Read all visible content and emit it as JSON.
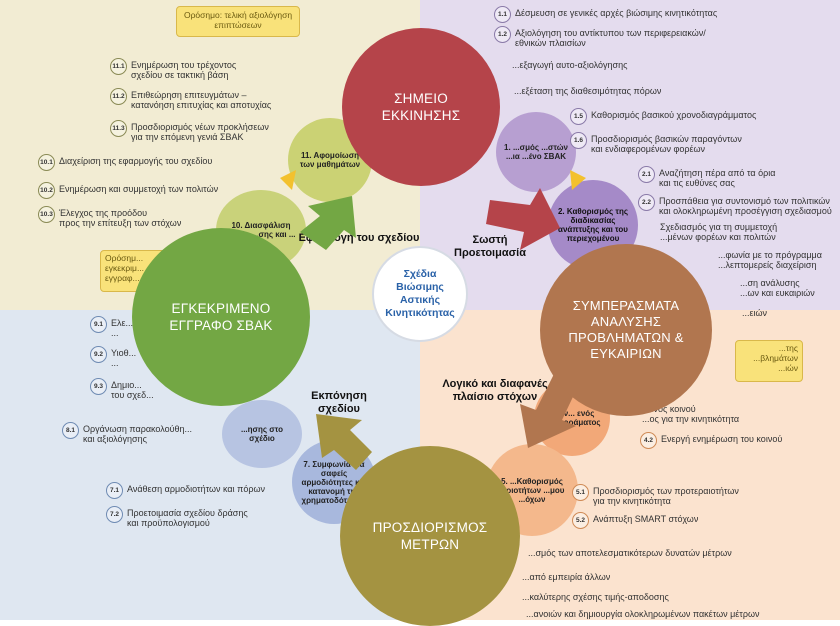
{
  "center_title": "Σχέδια Βιώσιμης Αστικής Κινητικότητας",
  "big_circles": {
    "start": "ΣΗΜΕΙΟ ΕΚΚΙΝΗΣΗΣ",
    "conclusions": "ΣΥΜΠΕΡΑΣΜΑΤΑ ΑΝΑΛΥΣΗΣ ΠΡΟΒΛΗΜΑΤΩΝ & ΕΥΚΑΙΡΙΩΝ",
    "measures": "ΠΡΟΣΔΙΟΡΙΣΜΟΣ ΜΕΤΡΩΝ",
    "approved": "ΕΓΚΕΚΡΙΜΕΝΟ ΕΓΓΡΑΦΟ ΣΒΑΚ"
  },
  "big_colors": {
    "start": "#b5444a",
    "conclusions": "#b1764f",
    "measures": "#a49341",
    "approved": "#73a744"
  },
  "phases": {
    "top_right": "Σωστή Προετοιμασία",
    "bottom_right": "Λογικό και διαφανές πλαίσιο στόχων",
    "bottom_left": "Εκπόνηση σχεδίου",
    "top_left": "Εφαρμογή του σχεδίου"
  },
  "milestones": {
    "top_left": "Ορόσημο: τελική αξιολόγηση επιπτώσεων",
    "left": "Ορόσημ... εγκεκριμ... εγγραφ...",
    "right": "...της ...βλημάτων ...ιών"
  },
  "small_circles": {
    "s1": "1. ...σμός ...στών ...ια ...ένο ΣΒΑΚ",
    "s2": "2. Καθορισμός της διαδικασίας ανάπτυξης και του περιεχομένου",
    "s3": "4. Αν... ενός κοι... οράματος",
    "s4": "5. ...Καθορισμός ...ριοτήτων ...μου ...όχων",
    "s5": "7. Συμφωνία για σαφείς αρμοδιότητες και κατανομή της χρηματοδότησης",
    "s6": "...ησης στο σχέδιο",
    "s7": "10. Διασφάλιση ορθής ...σης και ...",
    "s8": "11. Αφομοίωση των μαθημάτων"
  },
  "items": {
    "i1_1": {
      "num": "1.1",
      "text": "Δέσμευση σε γενικές αρχές βιώσιμης κινητικότητας"
    },
    "i1_2": {
      "num": "1.2",
      "text": "Αξιολόγηση του αντίκτυπου των περιφερειακών/\nεθνικών πλαισίων"
    },
    "i1_3": {
      "num": "",
      "text": "...εξαγωγή αυτο-αξιολόγησης"
    },
    "i1_4": {
      "num": "",
      "text": "...εξέταση της διαθεσιμότητας πόρων"
    },
    "i1_5": {
      "num": "1.5",
      "text": "Καθορισμός βασικού χρονοδιαγράμματος"
    },
    "i1_6": {
      "num": "1.6",
      "text": "Προσδιορισμός βασικών παραγόντων\nκαι ενδιαφερομένων φορέων"
    },
    "i2_1": {
      "num": "2.1",
      "text": "Αναζήτηση πέρα από τα όρια\nκαι τις ευθύνες σας"
    },
    "i2_2": {
      "num": "2.2",
      "text": "Προσπάθεια για συντονισμό των πολιτικών\nκαι ολοκληρωμένη προσέγγιση σχεδιασμού"
    },
    "i2_3": {
      "num": "",
      "text": "Σχεδιασμός για τη συμμετοχή\n...μένων φορέων και πολιτών"
    },
    "i2_4": {
      "num": "",
      "text": "...φωνία με το πρόγραμμα\n...λεπτομερείς διαχείριση"
    },
    "i3_1": {
      "num": "",
      "text": "...ση ανάλυσης\n...ων και ευκαιριών"
    },
    "i3_2": {
      "num": "",
      "text": "...ειών"
    },
    "i4_1": {
      "num": "",
      "text": "...ενός κοινού\n...ος για την κινητικότητα"
    },
    "i4_2": {
      "num": "4.2",
      "text": "Ενεργή ενημέρωση του κοινού"
    },
    "i5_1": {
      "num": "5.1",
      "text": "Προσδιορισμός των προτεραιοτήτων\nγια την κινητικότητα"
    },
    "i5_2": {
      "num": "5.2",
      "text": "Ανάπτυξη SMART στόχων"
    },
    "i6_1": {
      "num": "",
      "text": "...σμός των αποτελεσματικότερων δυνατών μέτρων"
    },
    "i6_2": {
      "num": "",
      "text": "...από εμπειρία άλλων"
    },
    "i6_3": {
      "num": "",
      "text": "...καλύτερης σχέσης τιμής-αποδοσης"
    },
    "i6_4": {
      "num": "",
      "text": "...ανοιών και δημιουργία ολοκληρωμένων πακέτων μέτρων"
    },
    "i7_1": {
      "num": "7.1",
      "text": "Ανάθεση αρμοδιοτήτων και πόρων"
    },
    "i7_2": {
      "num": "7.2",
      "text": "Προετοιμασία σχεδίου δράσης\nκαι προϋπολογισμού"
    },
    "i8_1": {
      "num": "8.1",
      "text": "Οργάνωση παρακολούθη...\nκαι αξιολόγησης"
    },
    "i9_1": {
      "num": "9.1",
      "text": "Ελε...\n..."
    },
    "i9_2": {
      "num": "9.2",
      "text": "Υιοθ...\n..."
    },
    "i9_3": {
      "num": "9.3",
      "text": "Δημιο...\nτου σχεδ..."
    },
    "i10_1": {
      "num": "10.1",
      "text": "Διαχείριση της εφαρμογής του σχεδίου"
    },
    "i10_2": {
      "num": "10.2",
      "text": "Ενημέρωση και συμμετοχή των πολιτών"
    },
    "i10_3": {
      "num": "10.3",
      "text": "Έλεγχος της προόδου\nπρος την επίτευξη των στόχων"
    },
    "i11_1": {
      "num": "11.1",
      "text": "Ενημέρωση του τρέχοντος\nσχεδίου σε τακτική βάση"
    },
    "i11_2": {
      "num": "11.2",
      "text": "Επιθεώρηση επιτευγμάτων –\nκατανόηση επιτυχίας και αποτυχίας"
    },
    "i11_3": {
      "num": "11.3",
      "text": "Προσδιορισμός νέων προκλήσεων\nγια την επόμενη γενιά ΣΒΑΚ"
    }
  }
}
